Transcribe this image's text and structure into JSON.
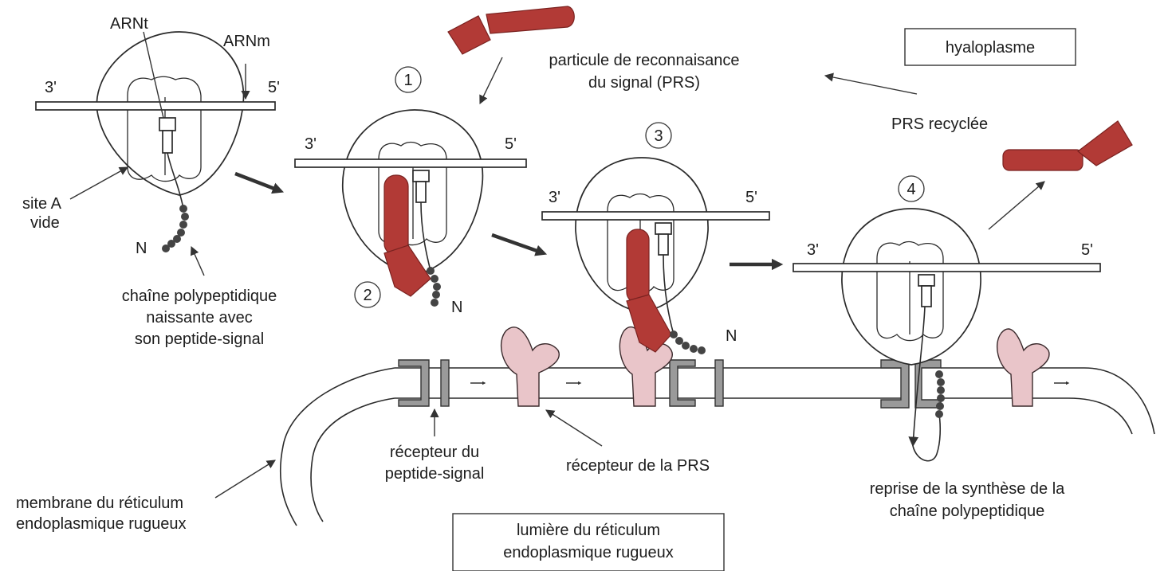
{
  "labels": {
    "arnt": "ARNt",
    "arnm": "ARNm",
    "end3_a": "3'",
    "end5_a": "5'",
    "site_a_line1": "site A",
    "site_a_line2": "vide",
    "n_a": "N",
    "chain_line1": "chaîne polypeptidique",
    "chain_line2": "naissante avec",
    "chain_line3": "son peptide-signal",
    "end3_b": "3'",
    "end5_b": "5'",
    "n_b": "N",
    "prs_line1": "particule de reconnaisance",
    "prs_line2": "du signal (PRS)",
    "hyaloplasme": "hyaloplasme",
    "prs_recyclee": "PRS recyclée",
    "end3_c": "3'",
    "end5_c": "5'",
    "n_c": "N",
    "end3_d": "3'",
    "end5_d": "5'",
    "recepteur_peptide_line1": "récepteur du",
    "recepteur_peptide_line2": "peptide-signal",
    "recepteur_prs": "récepteur de la PRS",
    "membrane_line1": "membrane du réticulum",
    "membrane_line2": "endoplasmique rugueux",
    "lumiere_line1": "lumière du réticulum",
    "lumiere_line2": "endoplasmique rugueux",
    "reprise_line1": "reprise de la synthèse de la",
    "reprise_line2": "chaîne polypeptidique"
  },
  "steps": [
    "1",
    "2",
    "3",
    "4"
  ],
  "colors": {
    "prs": "#b23a36",
    "receptor": "#e9c5c9",
    "pore": "#9a9a9a",
    "chain": "#444444"
  }
}
